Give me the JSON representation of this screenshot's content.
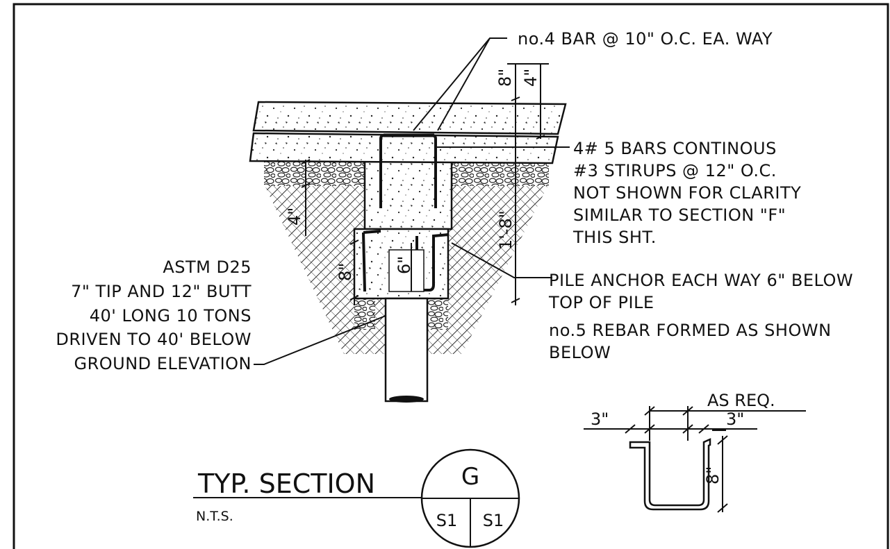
{
  "callouts": {
    "top_bar": "no.4 BAR @ 10\" O.C. EA. WAY",
    "continuous_bars": [
      "4# 5 BARS CONTINOUS",
      "#3 STIRUPS @ 12\" O.C.",
      "NOT SHOWN FOR CLARITY",
      "SIMILAR TO SECTION \"F\"",
      "THIS SHT."
    ],
    "pile_spec": [
      "ASTM D25",
      "7\" TIP AND 12\" BUTT",
      "40' LONG 10 TONS",
      "DRIVEN TO 40' BELOW",
      "GROUND ELEVATION"
    ],
    "pile_anchor": [
      "PILE ANCHOR EACH WAY 6\" BELOW",
      "TOP OF PILE",
      "no.5 REBAR FORMED AS SHOWN",
      "BELOW"
    ]
  },
  "dimensions": {
    "slab_total": "8\"",
    "slab_top": "4\"",
    "gravel": "4\"",
    "beam_depth": "1'-8\"",
    "pile_embed": "8\"",
    "anchor_drop": "6\"",
    "detail_leg_left": "3\"",
    "detail_leg_right": "3\"",
    "detail_width": "AS REQ.",
    "detail_depth": "8\""
  },
  "title_block": {
    "title": "TYP. SECTION",
    "scale": "N.T.S.",
    "section_letter": "G",
    "sheet_left": "S1",
    "sheet_right": "S1"
  }
}
